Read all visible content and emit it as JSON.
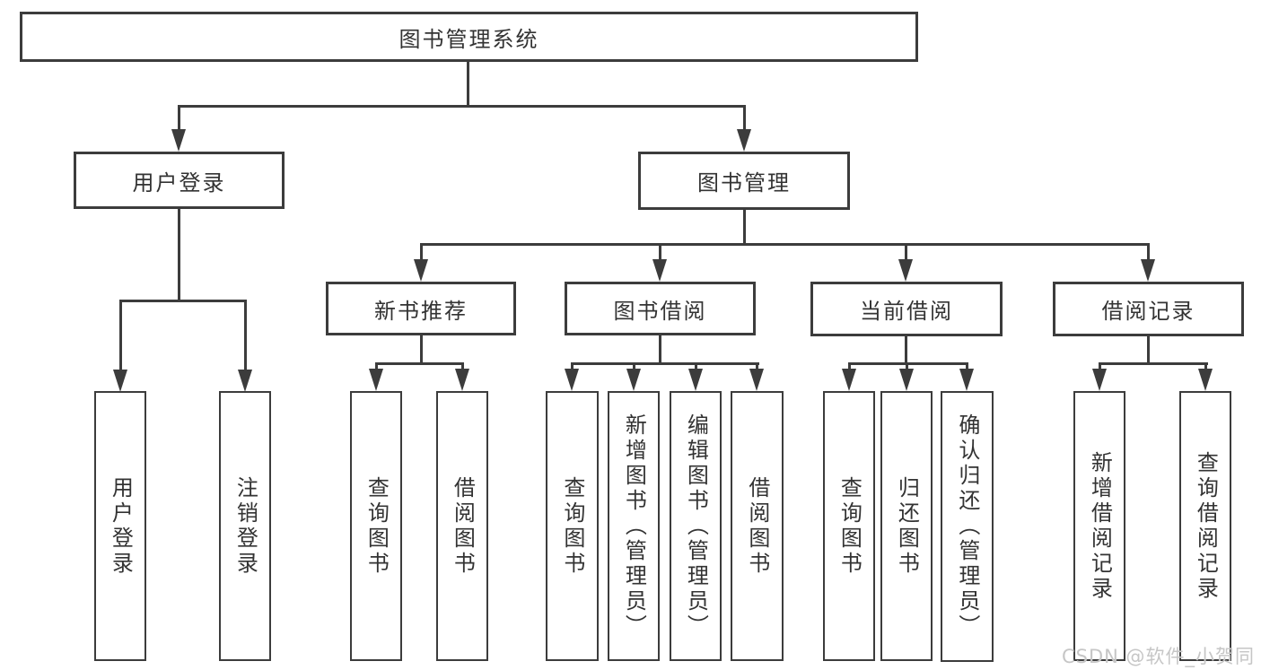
{
  "tree": {
    "root": "图书管理系统",
    "level2": [
      {
        "label": "用户登录",
        "children": [
          "用户登录",
          "注销登录"
        ]
      },
      {
        "label": "图书管理",
        "groups": [
          {
            "label": "新书推荐",
            "children": [
              "查询图书",
              "借阅图书"
            ]
          },
          {
            "label": "图书借阅",
            "children": [
              "查询图书",
              "新增图书（管理员）",
              "编辑图书（管理员）",
              "借阅图书"
            ]
          },
          {
            "label": "当前借阅",
            "children": [
              "查询图书",
              "归还图书",
              "确认归还（管理员）"
            ]
          },
          {
            "label": "借阅记录",
            "children": [
              "新增借阅记录",
              "查询借阅记录"
            ]
          }
        ]
      }
    ]
  },
  "watermark": {
    "text": "CSDN @软件_小贺同学"
  },
  "colors": {
    "line": "#3c3c3c",
    "text": "#333333",
    "watermark": "#c6c6c6",
    "background": "#ffffff"
  }
}
